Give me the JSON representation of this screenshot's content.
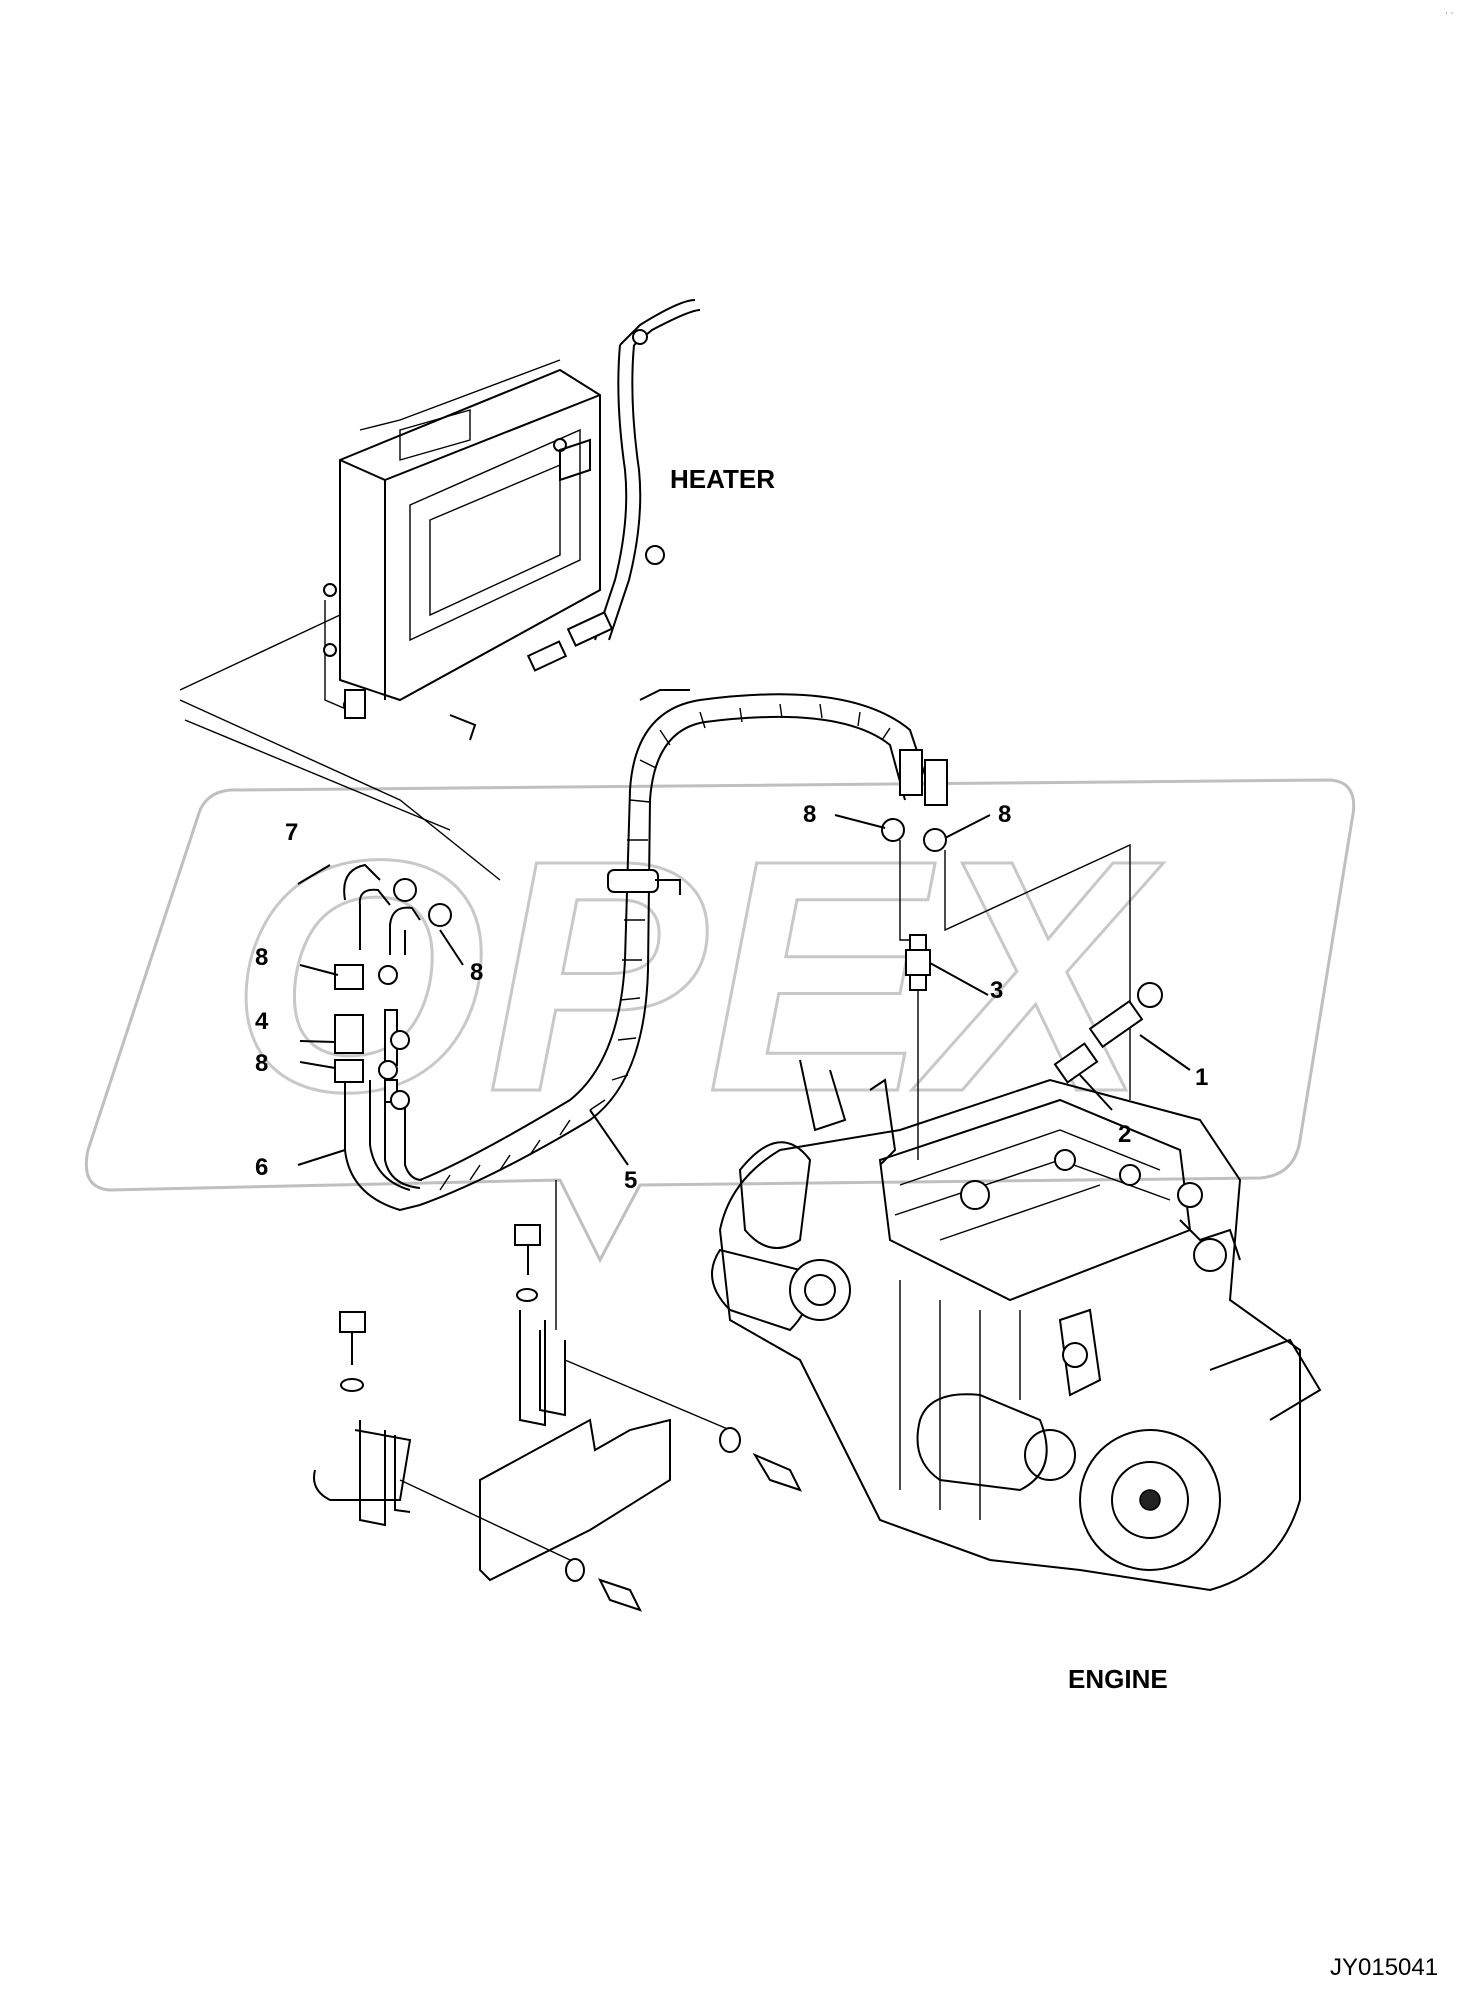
{
  "sections": {
    "heater": "HEATER",
    "engine": "ENGINE"
  },
  "callouts": {
    "c1": "1",
    "c2": "2",
    "c3": "3",
    "c4": "4",
    "c5": "5",
    "c6": "6",
    "c7": "7",
    "c8a": "8",
    "c8b": "8",
    "c8c": "8",
    "c8d": "8",
    "c8e": "8"
  },
  "drawing_code": "JY015041",
  "corner_mark": "· ·"
}
